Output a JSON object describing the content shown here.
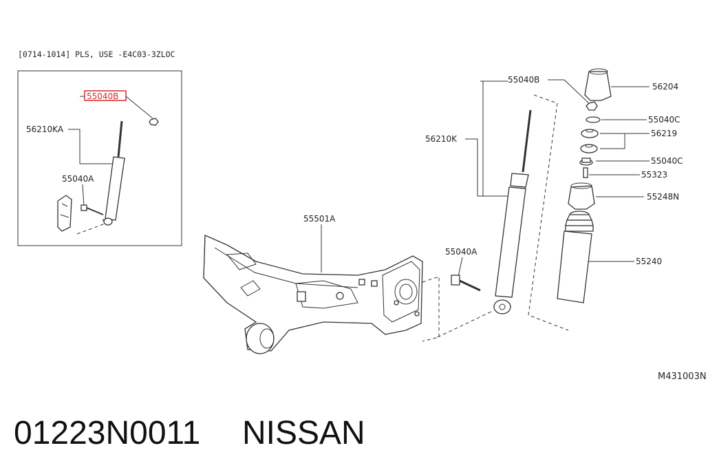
{
  "header_note": "[0714-1014] PLS, USE -E4C03-3ZLOC",
  "inset": {
    "highlight_label": "55040B",
    "labels": {
      "shock": "56210KA",
      "bolt": "55040A"
    }
  },
  "main_labels": {
    "nut_b": "55040B",
    "mount_cap": "56204",
    "washer_c_top": "55040C",
    "bushing": "56219",
    "washer_c_bottom": "55040C",
    "spacer": "55323",
    "bump_stop": "55248N",
    "shock": "56210K",
    "boot": "55240",
    "axle_beam": "55501A",
    "bolt": "55040A"
  },
  "diagram_code": "M431003N",
  "footer": {
    "part_number": "01223N0011",
    "brand": "NISSAN"
  },
  "colors": {
    "highlight": "#d9262b",
    "line": "#333333"
  }
}
